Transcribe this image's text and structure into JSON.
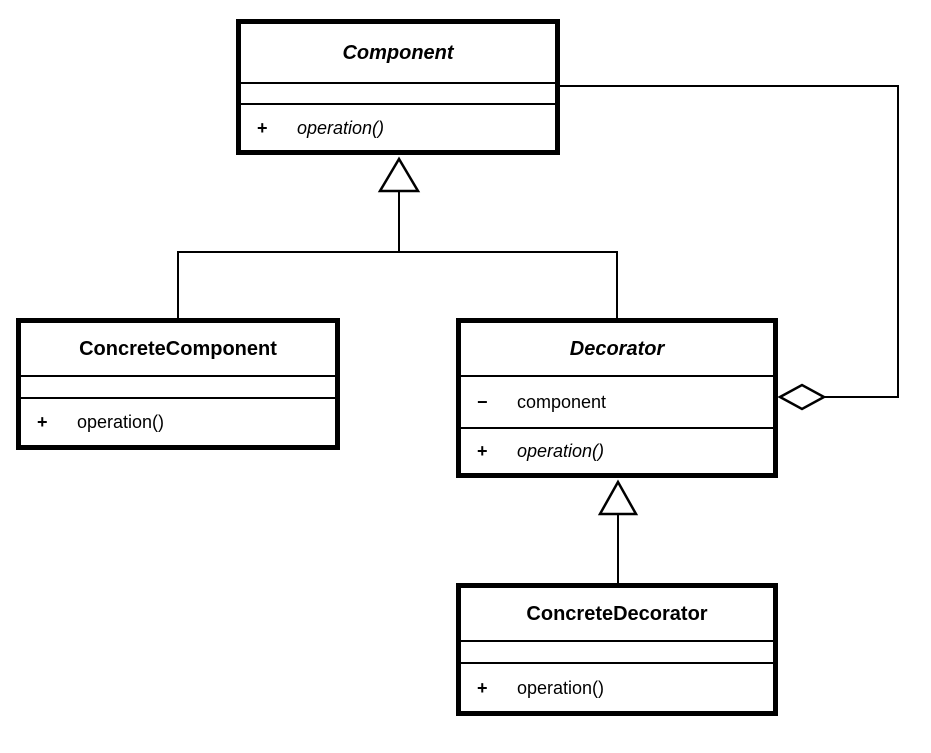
{
  "diagram": {
    "kind": "uml-class-diagram",
    "pattern": "Decorator",
    "background_color": "#ffffff",
    "line_color": "#000000"
  },
  "classes": {
    "component": {
      "name": "Component",
      "italic": true,
      "attributes": [],
      "operations": [
        {
          "visibility": "+",
          "signature": "operation()",
          "italic": true
        }
      ]
    },
    "concrete_component": {
      "name": "ConcreteComponent",
      "italic": false,
      "attributes": [],
      "operations": [
        {
          "visibility": "+",
          "signature": "operation()",
          "italic": false
        }
      ]
    },
    "decorator": {
      "name": "Decorator",
      "italic": true,
      "attributes": [
        {
          "visibility": "−",
          "name": "component"
        }
      ],
      "operations": [
        {
          "visibility": "+",
          "signature": "operation()",
          "italic": true
        }
      ]
    },
    "concrete_decorator": {
      "name": "ConcreteDecorator",
      "italic": false,
      "attributes": [],
      "operations": [
        {
          "visibility": "+",
          "signature": "operation()",
          "italic": false
        }
      ]
    }
  },
  "relationships": [
    {
      "type": "generalization",
      "from": "ConcreteComponent",
      "to": "Component"
    },
    {
      "type": "generalization",
      "from": "Decorator",
      "to": "Component"
    },
    {
      "type": "generalization",
      "from": "ConcreteDecorator",
      "to": "Decorator"
    },
    {
      "type": "aggregation",
      "from": "Decorator",
      "to": "Component"
    }
  ]
}
